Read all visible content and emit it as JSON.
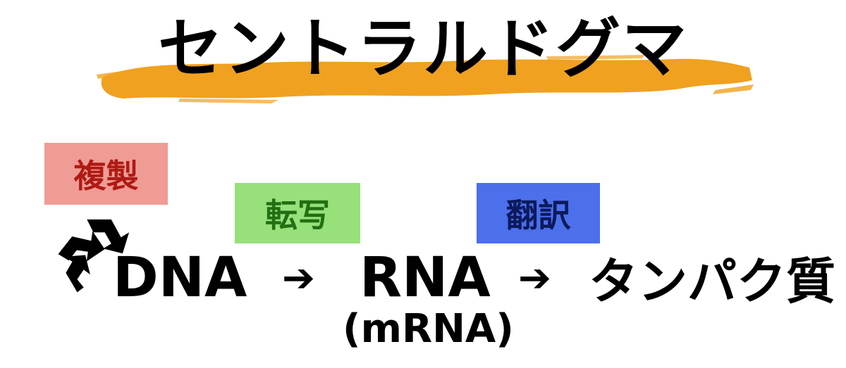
{
  "title": "セントラルドグマ",
  "labels": {
    "replication": "複製",
    "transcription": "転写",
    "translation": "翻訳"
  },
  "flow": {
    "dna": "DNA",
    "arrow": "➔",
    "rna": "RNA",
    "rna_sub": "(mRNA)",
    "protein": "タンパク質"
  },
  "colors": {
    "highlight": "#f0a11f",
    "replication_bg": "#ef9c95",
    "transcription_bg": "#97e07a",
    "translation_bg": "#4c6fec"
  },
  "icons": {
    "replication": "recycle-icon"
  }
}
